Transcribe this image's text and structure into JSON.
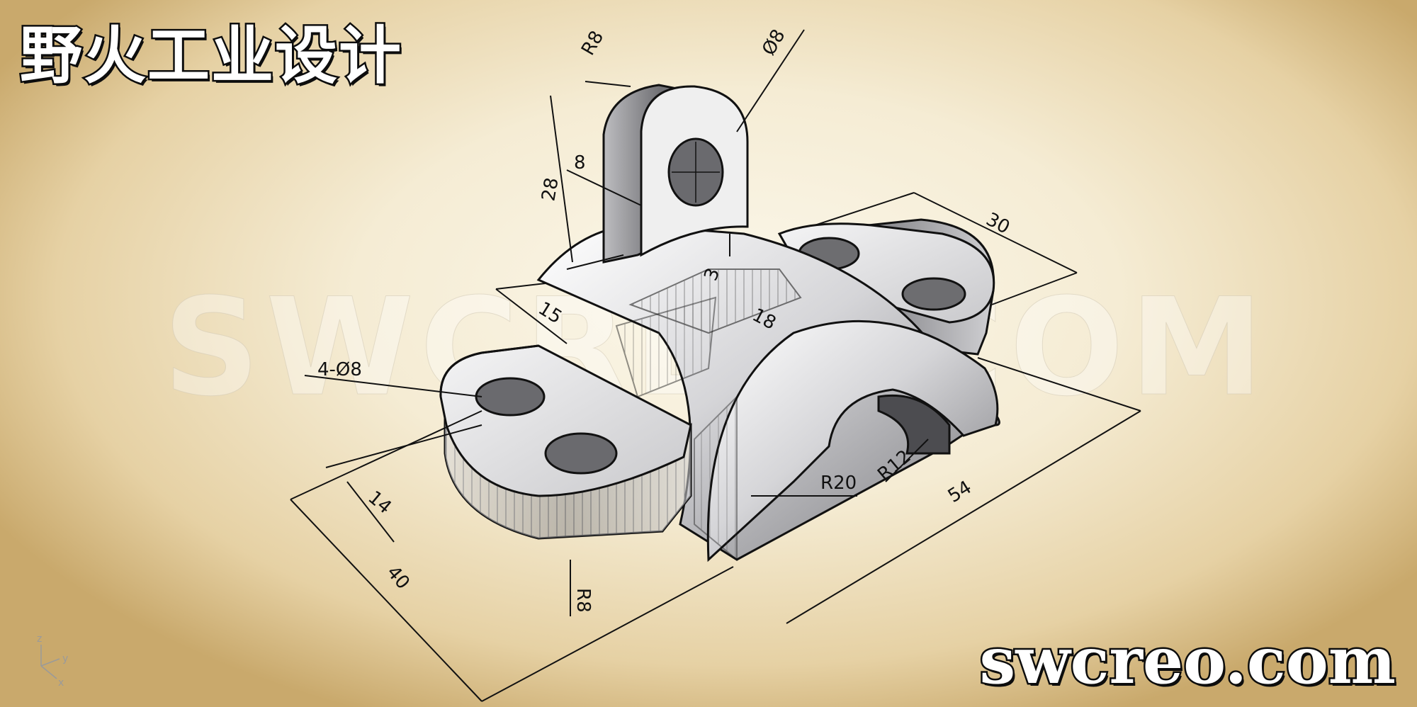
{
  "brand": {
    "title_cn": "野火工业设计",
    "site": "swcreo.com",
    "watermark": "SWCREO.COM"
  },
  "dimensions": {
    "r8_top": "R8",
    "d8_top": "Ø8",
    "t8": "8",
    "h28": "28",
    "w30": "30",
    "d3": "3",
    "d15": "15",
    "d18": "18",
    "holes": "4-Ø8",
    "d14": "14",
    "d40": "40",
    "r8_bottom": "R8",
    "r20": "R20",
    "r12": "R12",
    "d54": "54"
  },
  "axis_triad": {
    "z": "z",
    "y": "y",
    "x": "x"
  },
  "colors": {
    "ink": "#111111",
    "paper": "#f5ecd4",
    "metal_light": "#e9e9ea",
    "metal_dark": "#6e6e72"
  }
}
